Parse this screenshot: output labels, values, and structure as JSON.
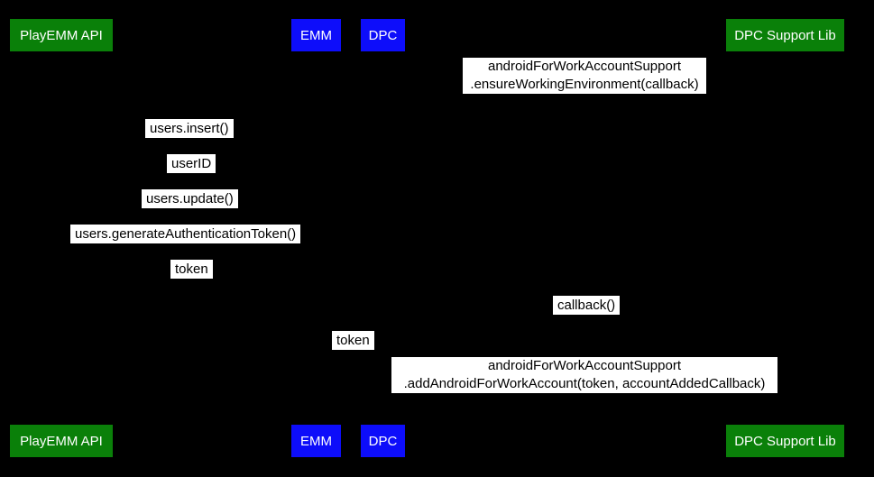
{
  "diagram": {
    "kind": "sequence-diagram",
    "colors": {
      "background": "#000000",
      "actor_green": "#0a8009",
      "actor_blue": "#0d0dfa",
      "actor_text": "#ffffff",
      "message_bg": "#ffffff",
      "message_text": "#000000"
    },
    "actors": [
      {
        "label": "PlayEMM API",
        "color": "#0a8009"
      },
      {
        "label": "EMM",
        "color": "#0d0dfa"
      },
      {
        "label": "DPC",
        "color": "#0d0dfa"
      },
      {
        "label": "DPC Support Lib",
        "color": "#0a8009"
      }
    ],
    "messages": [
      {
        "line1": "androidForWorkAccountSupport",
        "line2": ".ensureWorkingEnvironment(callback)"
      },
      {
        "text": "users.insert()"
      },
      {
        "text": "userID"
      },
      {
        "text": "users.update()"
      },
      {
        "text": "users.generateAuthenticationToken()"
      },
      {
        "text": "token"
      },
      {
        "text": "callback()"
      },
      {
        "text": "token"
      },
      {
        "line1": "androidForWorkAccountSupport",
        "line2": ".addAndroidForWorkAccount(token, accountAddedCallback)"
      }
    ]
  }
}
